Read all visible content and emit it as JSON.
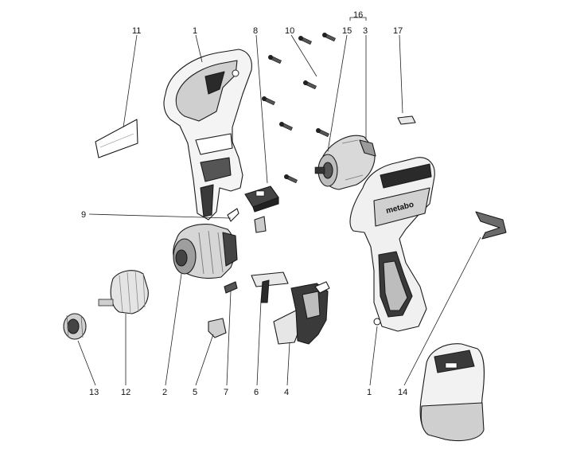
{
  "diagram": {
    "type": "exploded-parts-view",
    "labels": {
      "n1a": "1",
      "n1b": "1",
      "n2": "2",
      "n3": "3",
      "n4": "4",
      "n5": "5",
      "n6": "6",
      "n7": "7",
      "n8": "8",
      "n9": "9",
      "n10": "10",
      "n11": "11",
      "n12": "12",
      "n13": "13",
      "n14": "14",
      "n15": "15",
      "n16": "16",
      "n17": "17"
    },
    "brand_mark": "metabo"
  }
}
